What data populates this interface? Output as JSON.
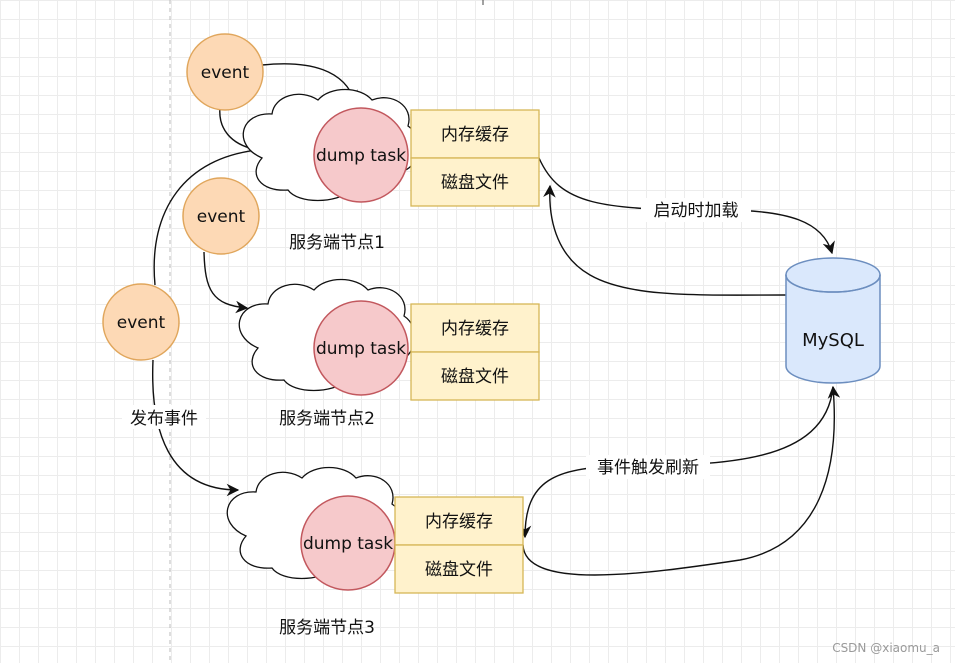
{
  "colors": {
    "event_fill": "#fdd9b5",
    "event_stroke": "#e0a65c",
    "task_fill": "#f6c9cb",
    "task_stroke": "#c2585e",
    "box_fill": "#fff2cc",
    "box_stroke": "#d6b656",
    "db_fill": "#dae8fc",
    "db_stroke": "#6c8ebf"
  },
  "events": [
    "event",
    "event",
    "event"
  ],
  "nodes": [
    {
      "task": "dump task",
      "cache": "内存缓存",
      "disk": "磁盘文件",
      "label": "服务端节点1"
    },
    {
      "task": "dump task",
      "cache": "内存缓存",
      "disk": "磁盘文件",
      "label": "服务端节点2"
    },
    {
      "task": "dump task",
      "cache": "内存缓存",
      "disk": "磁盘文件",
      "label": "服务端节点3"
    }
  ],
  "database": "MySQL",
  "edge_labels": {
    "publish": "发布事件",
    "load_on_start": "启动时加载",
    "event_refresh": "事件触发刷新"
  },
  "watermark": "CSDN @xiaomu_a"
}
